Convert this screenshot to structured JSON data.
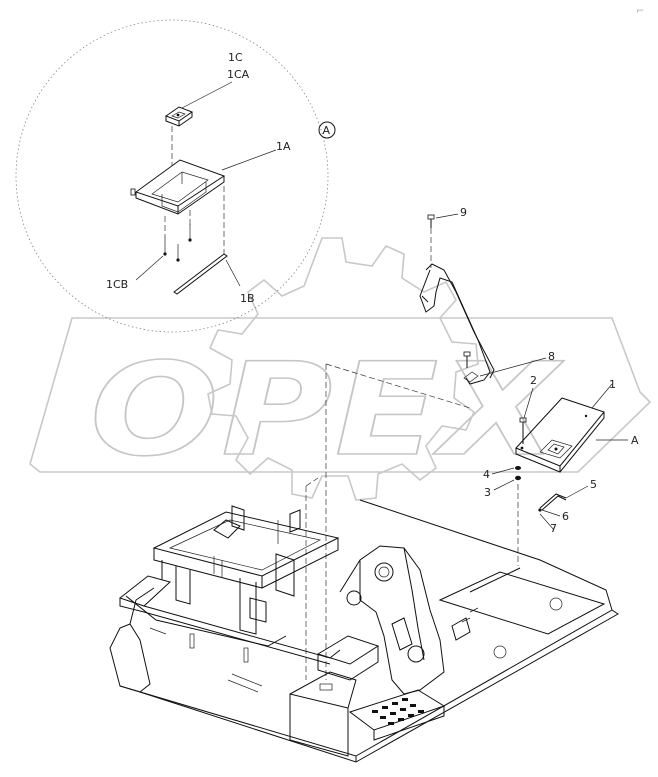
{
  "watermark": {
    "text": "OPEX"
  },
  "detail_marker": {
    "label": "A"
  },
  "callouts": {
    "c1C": "1C",
    "c1CA": "1CA",
    "c1A": "1A",
    "c1CB": "1CB",
    "c1B": "1B",
    "c9": "9",
    "c8": "8",
    "c2": "2",
    "c1": "1",
    "cA": "A",
    "c4": "4",
    "c3": "3",
    "c5": "5",
    "c6": "6",
    "c7": "7"
  },
  "corner_mark": "⌐"
}
